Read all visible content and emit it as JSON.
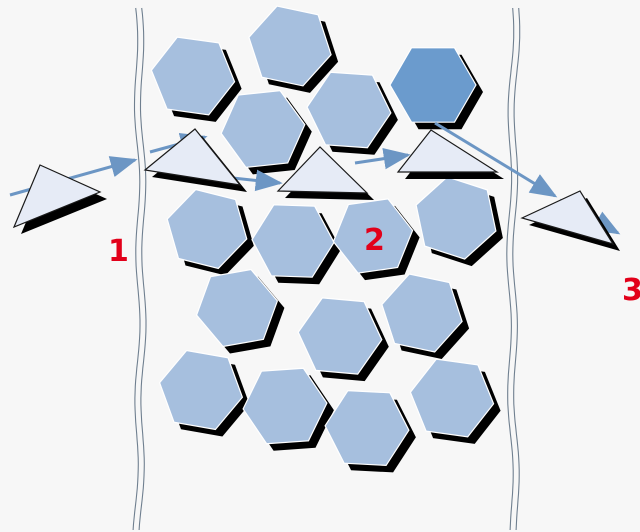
{
  "colors": {
    "background": "#f7f7f7",
    "hexagon_fill": "#a6bfde",
    "hexagon_highlight_fill": "#6b9bcd",
    "hexagon_outline": "#ffffff",
    "shadow": "#000000",
    "triangle_fill": "#e6ebf6",
    "arrow_stroke": "#6c96c4",
    "wall_stroke": "#6f7f8f",
    "label_color": "#e2001a"
  },
  "labels": [
    "1",
    "2",
    "3"
  ]
}
